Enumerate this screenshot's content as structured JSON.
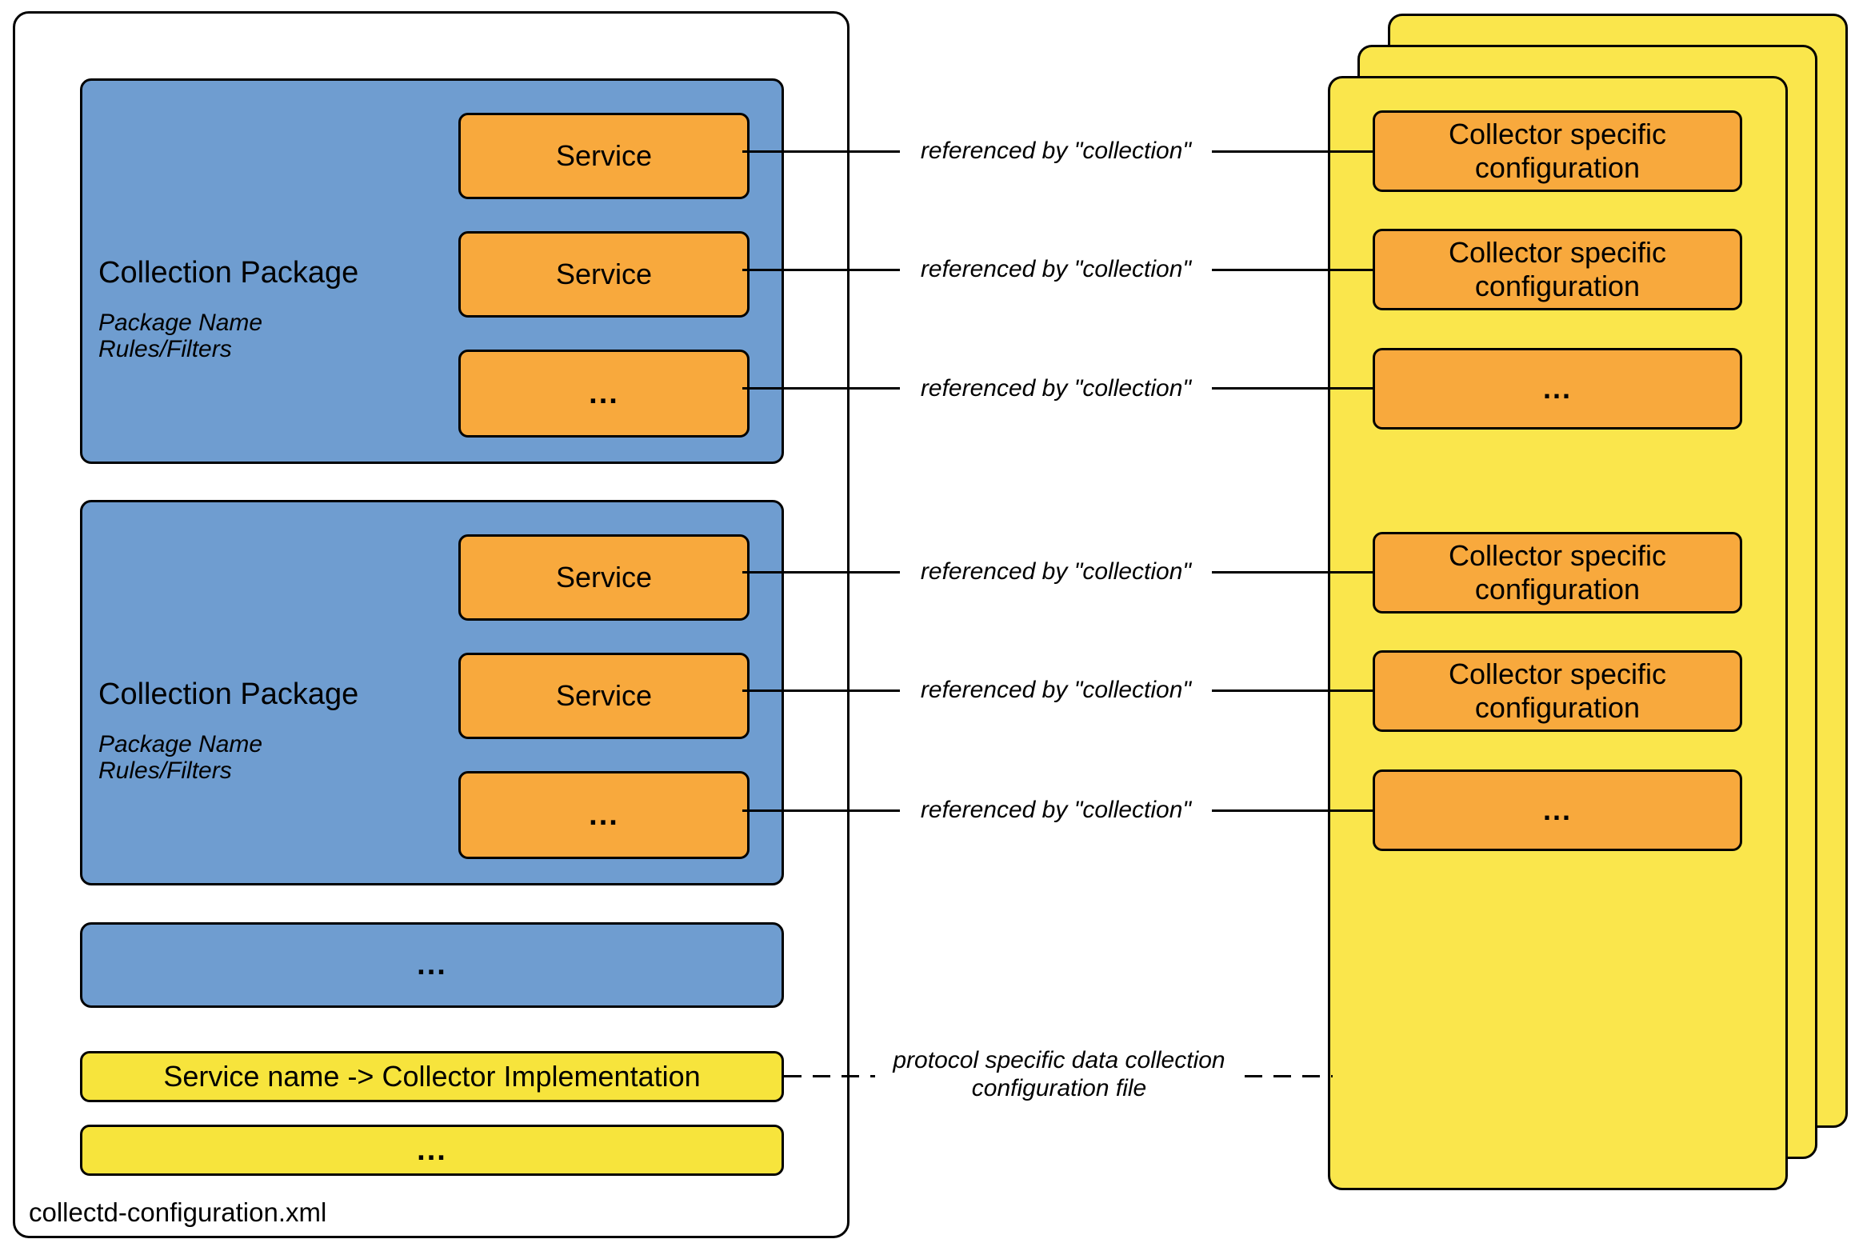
{
  "colors": {
    "package_blue": "#6F9DD0",
    "service_orange": "#F8A93D",
    "page_yellow": "#FAE64C",
    "mapping_yellow": "#F7E43C",
    "outline_black": "#000000",
    "background": "#FFFFFF"
  },
  "config_file": {
    "file_label": "collectd-configuration.xml",
    "packages": [
      {
        "title": "Collection Package",
        "package_name": "Package Name",
        "rules_filters": "Rules/Filters",
        "services": [
          {
            "label": "Service"
          },
          {
            "label": "Service"
          },
          {
            "label": "..."
          }
        ]
      },
      {
        "title": "Collection Package",
        "package_name": "Package Name",
        "rules_filters": "Rules/Filters",
        "services": [
          {
            "label": "Service"
          },
          {
            "label": "Service"
          },
          {
            "label": "..."
          }
        ]
      }
    ],
    "more_packages_label": "...",
    "mapping_box_label": "Service name -> Collector Implementation",
    "more_mappings_label": "..."
  },
  "collector_pages": {
    "boxes": [
      {
        "label": "Collector specific configuration"
      },
      {
        "label": "Collector specific configuration"
      },
      {
        "label": "..."
      },
      {
        "label": "Collector specific configuration"
      },
      {
        "label": "Collector specific configuration"
      },
      {
        "label": "..."
      }
    ]
  },
  "annotations": {
    "reference_labels": [
      "referenced by \"collection\"",
      "referenced by \"collection\"",
      "referenced by \"collection\"",
      "referenced by \"collection\"",
      "referenced by \"collection\"",
      "referenced by \"collection\""
    ],
    "protocol_note_line1": "protocol specific data collection",
    "protocol_note_line2": "configuration file"
  }
}
